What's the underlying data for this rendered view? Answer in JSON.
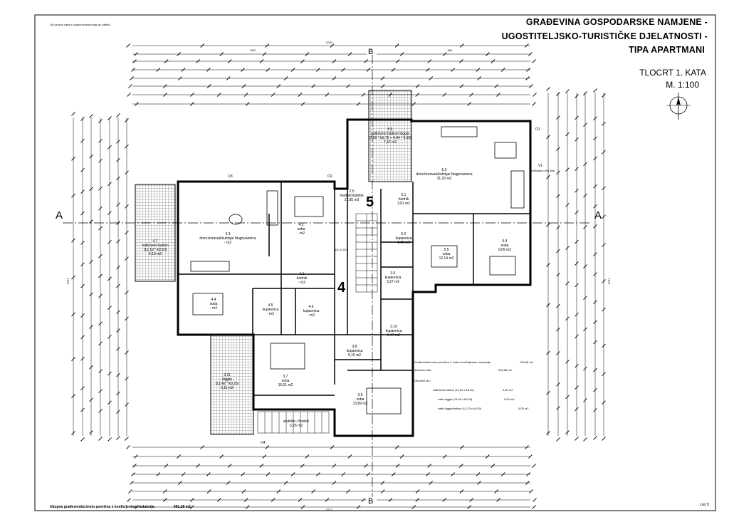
{
  "header": {
    "line1": "GRAĐEVINA GOSPODARSKE NAMJENE -",
    "line2": "UGOSTITELJSKO-TURISTIČKE DJELATNOSTI -",
    "line3": "TIPA APARTMANI",
    "floor": "TLOCRT 1. KATA",
    "scale": "M. 1:100",
    "corner_note": "Svi prozori valni s kupaonicama imaju ali zaštitu",
    "sheet": "List 5",
    "footer": "Ukupna građevinska bruto površina s koeficijentom redukcije:",
    "footer_value": "691,28 m2"
  },
  "section_marks": {
    "a": "A",
    "b": "B"
  },
  "units": {
    "u4": "4",
    "u5": "5"
  },
  "rooms": [
    {
      "id": "4.7",
      "name": "natkriveni balkon",
      "calc": "(12,19 * k0,50)",
      "area": "6,10 m2"
    },
    {
      "id": "4.3",
      "name": "dnev.boravak/kuhinja/ blagovaonica",
      "calc": "",
      "area": "- m2"
    },
    {
      "id": "4.2",
      "name": "soba",
      "calc": "",
      "area": "- m2"
    },
    {
      "id": "4.1",
      "name": "hodnik",
      "calc": "",
      "area": "- m2"
    },
    {
      "id": "4.4",
      "name": "soba",
      "calc": "",
      "area": "- m2"
    },
    {
      "id": "4.5",
      "name": "kupaonica",
      "calc": "",
      "area": "- m2"
    },
    {
      "id": "4.6",
      "name": "kupaonica",
      "calc": "",
      "area": "- m2"
    },
    {
      "id": "Z.5",
      "name": "hodnik/stubište",
      "calc": "",
      "area": "17,85 m2"
    },
    {
      "id": "5.1",
      "name": "hodnik",
      "calc": "",
      "area": "3,01 m2"
    },
    {
      "id": "5.2",
      "name": "kupaonica",
      "calc": "",
      "area": "4,46 m2"
    },
    {
      "id": "5.3",
      "name": "dnev.boravak/kuhinja/ blagovaonica",
      "calc": "",
      "area": "31,16 m2"
    },
    {
      "id": "5.4",
      "name": "soba",
      "calc": "",
      "area": "9,09 m2"
    },
    {
      "id": "5.5",
      "name": "soba",
      "calc": "",
      "area": "12,14 m2"
    },
    {
      "id": "5.6",
      "name": "natkriveni balkon/ loggia",
      "calc": "(7,00 * k0,75 + 4,44 * 0,50)",
      "area": "7,47 m2"
    },
    {
      "id": "3.6",
      "name": "kupaonica",
      "calc": "",
      "area": "3,27 m2"
    },
    {
      "id": "3.10",
      "name": "kupaonica",
      "calc": "",
      "area": "5,47 m2"
    },
    {
      "id": "3.8",
      "name": "kupaonica",
      "calc": "",
      "area": "5,15 m2"
    },
    {
      "id": "3.7",
      "name": "soba",
      "calc": "",
      "area": "15,51 m2"
    },
    {
      "id": "3.9",
      "name": "soba",
      "calc": "",
      "area": "13,69 m2"
    },
    {
      "id": "3.11",
      "name": "loggia",
      "calc": "(12,42 * k0,25)",
      "area": "3,11 m2"
    },
    {
      "id": "",
      "name": "stubište / hodnik",
      "calc": "",
      "area": "5,26 m2"
    }
  ],
  "summary": {
    "l1": "Građevinska bruto površina 1. kata s koeficijentom redukcije:",
    "l1v": "226,98 m2",
    "l2": "Zatvoreni dio:",
    "l2v": "226,98 m2",
    "l3": "Otvoreni dio:",
    "r1": "natkriveni balkon (14,25 x k0,00)",
    "r1v": "0,00 m2",
    "r2": "natkr.loggia (14,00 x k0,00)",
    "r2v": "0,00 m2",
    "r3": "natkr.loggia/balkon (13,23 x k0,00)",
    "r3v": "0,00 m2"
  },
  "dims": {
    "top_total": "2226",
    "top_a": "1322",
    "top_b": "884",
    "bottom_total": "2211",
    "left_total": "1761",
    "right_total": "1761"
  },
  "labels": {
    "o1": "O1",
    "o2": "O2",
    "o3": "O3",
    "o4": "O4",
    "v1": "V1",
    "v1n": "ventilacija u AB zidu",
    "n1": "6/4 (2,JG)"
  }
}
